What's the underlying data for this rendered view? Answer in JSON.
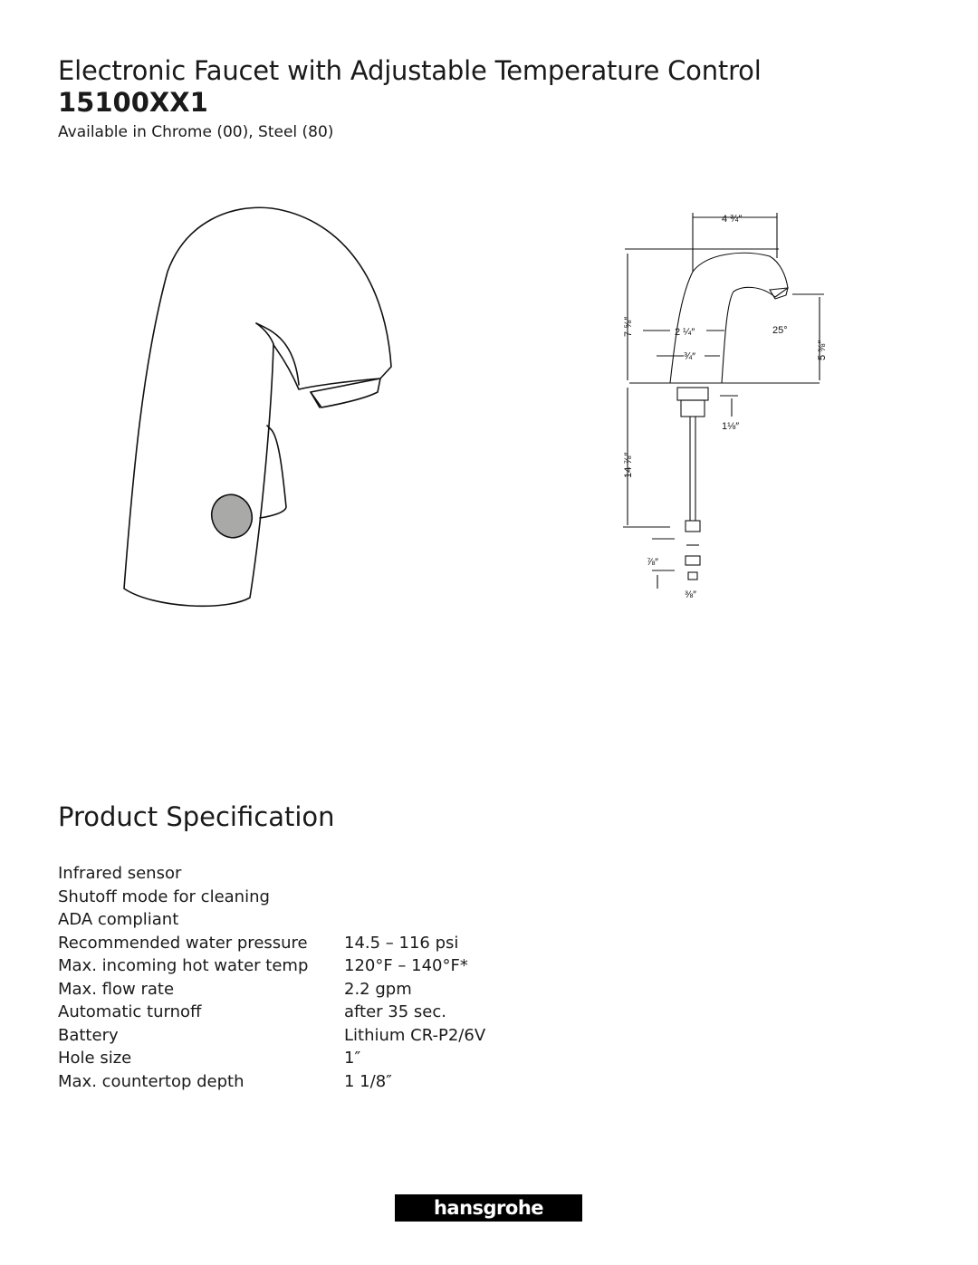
{
  "header": {
    "title": "Electronic Faucet with Adjustable Temperature Control",
    "model": "15100XX1",
    "availability": "Available in Chrome (00), Steel (80)"
  },
  "diagram": {
    "dim_width": "4 ¾″",
    "dim_height": "7 ⅝″",
    "dim_spout_height": "5 ⅜″",
    "dim_base": "2 ¼″",
    "dim_inner": "¾″",
    "dim_angle": "25°",
    "dim_countertop": "1⅛″",
    "dim_hose": "14 ⅞″",
    "dim_nut": "⅞″",
    "dim_connection": "⅜″"
  },
  "spec_section": {
    "title": "Product Specification",
    "rows": [
      {
        "label": "Infrared sensor",
        "value": ""
      },
      {
        "label": "Shutoff mode for cleaning",
        "value": ""
      },
      {
        "label": "ADA compliant",
        "value": ""
      },
      {
        "label": "Recommended water pressure",
        "value": "14.5 – 116 psi"
      },
      {
        "label": "Max. incoming hot water temp",
        "value": "120°F – 140°F*"
      },
      {
        "label": "Max. flow rate",
        "value": "2.2 gpm"
      },
      {
        "label": "Automatic turnoff",
        "value": "after 35 sec."
      },
      {
        "label": "Battery",
        "value": "Lithium CR-P2/6V"
      },
      {
        "label": "Hole size",
        "value": "1″"
      },
      {
        "label": "Max. countertop depth",
        "value": "1 1/8″"
      }
    ]
  },
  "footer": {
    "brand": "hansgrohe"
  },
  "colors": {
    "sensor_fill": "#a9aaa8",
    "logo_bg": "#000000",
    "logo_text": "#ffffff"
  }
}
